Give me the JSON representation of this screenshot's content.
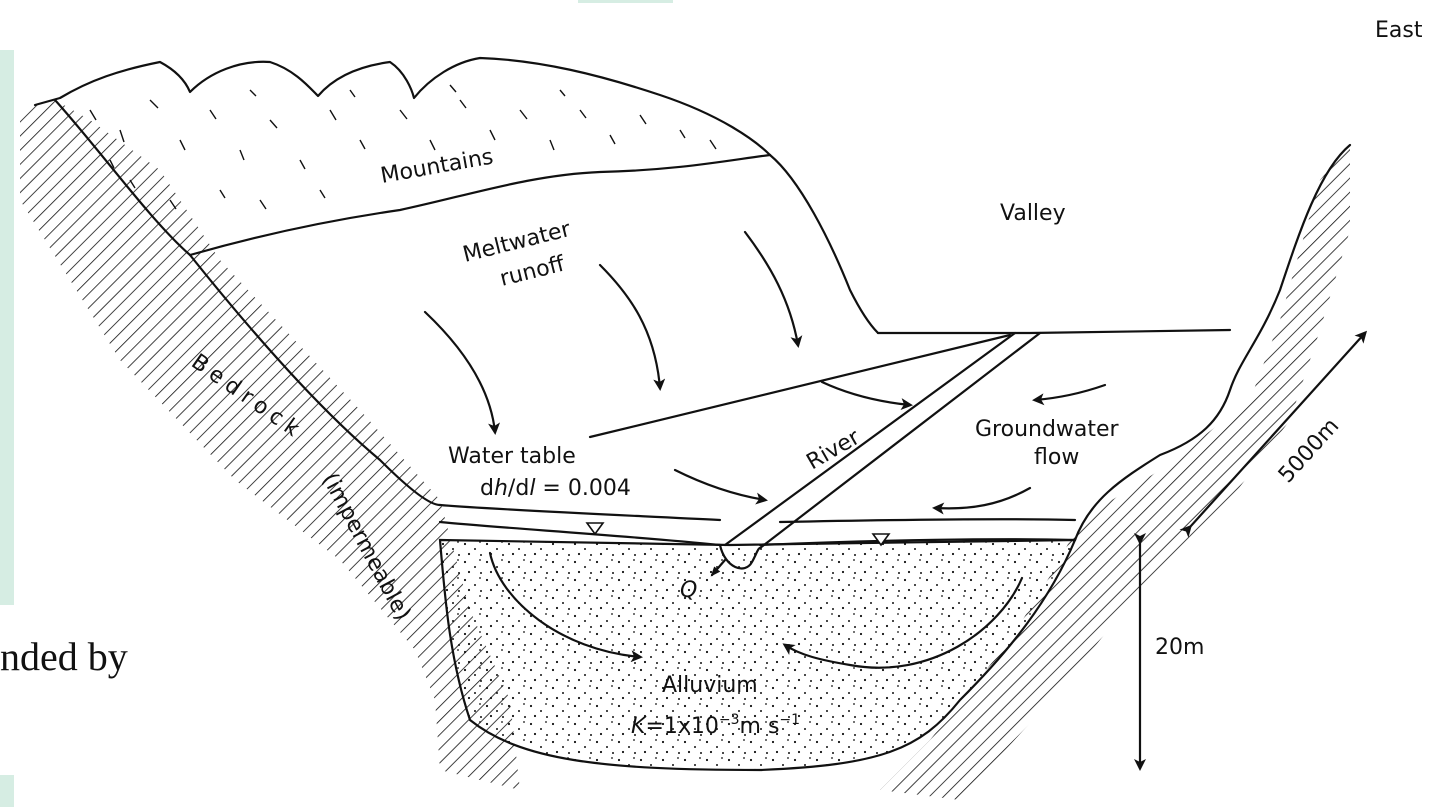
{
  "slide": {
    "corner_text": "East",
    "partial_text": "nded by"
  },
  "diagram": {
    "labels": {
      "mountains": "Mountains",
      "valley": "Valley",
      "meltwater_1": "Meltwater",
      "meltwater_2": "runoff",
      "bedrock": "Bedrock",
      "impermeable": "(impermeable)",
      "water_table": "Water table",
      "gradient_prefix": "d",
      "gradient_h": "h",
      "gradient_mid": "/d",
      "gradient_l": "l",
      "gradient_value": " = 0.004",
      "river": "River",
      "groundwater_1": "Groundwater",
      "groundwater_2": "flow",
      "length": "5000m",
      "depth": "20m",
      "q": "Q",
      "alluvium": "Alluvium",
      "k_prefix": "K",
      "k_value": "=1x10",
      "k_exp": "−3",
      "k_units": "m s",
      "k_units_exp": "−1"
    }
  },
  "colors": {
    "accent_green": "#d6ede3",
    "ink": "#111111"
  }
}
